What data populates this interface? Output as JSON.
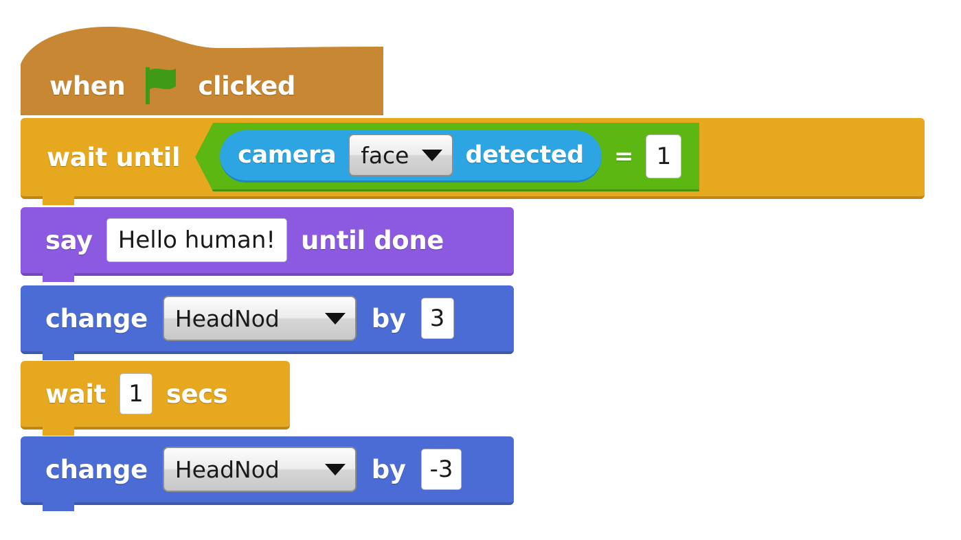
{
  "script": {
    "name": "scratch-block-script",
    "blocks": [
      {
        "id": "when-flag-clicked",
        "type": "hat",
        "category": "events",
        "color": "#c88732",
        "label_before": "when",
        "icon": "green-flag-icon",
        "label_after": "clicked"
      },
      {
        "id": "wait-until",
        "type": "stack",
        "category": "control",
        "color": "#e6a81f",
        "label": "wait until",
        "condition": {
          "type": "operator-equals",
          "color": "#5cb712",
          "operator": "=",
          "left": {
            "type": "reporter",
            "category": "sensing",
            "color": "#2ca5e2",
            "label_before": "camera",
            "dropdown_value": "face",
            "label_after": "detected"
          },
          "right_value": "1"
        }
      },
      {
        "id": "say-until-done",
        "type": "stack",
        "category": "looks",
        "color": "#8c5ae0",
        "label_before": "say",
        "text_value": "Hello human!",
        "label_after": "until done"
      },
      {
        "id": "change-headnod-by-3",
        "type": "stack",
        "category": "variables",
        "color": "#4a6cd4",
        "label_before": "change",
        "dropdown_value": "HeadNod",
        "label_middle": "by",
        "number_value": "3"
      },
      {
        "id": "wait-1-secs",
        "type": "stack",
        "category": "control",
        "color": "#e6a81f",
        "label_before": "wait",
        "number_value": "1",
        "label_after": "secs"
      },
      {
        "id": "change-headnod-by-minus-3",
        "type": "stack",
        "category": "variables",
        "color": "#4a6cd4",
        "label_before": "change",
        "dropdown_value": "HeadNod",
        "label_middle": "by",
        "number_value": "-3"
      }
    ]
  }
}
